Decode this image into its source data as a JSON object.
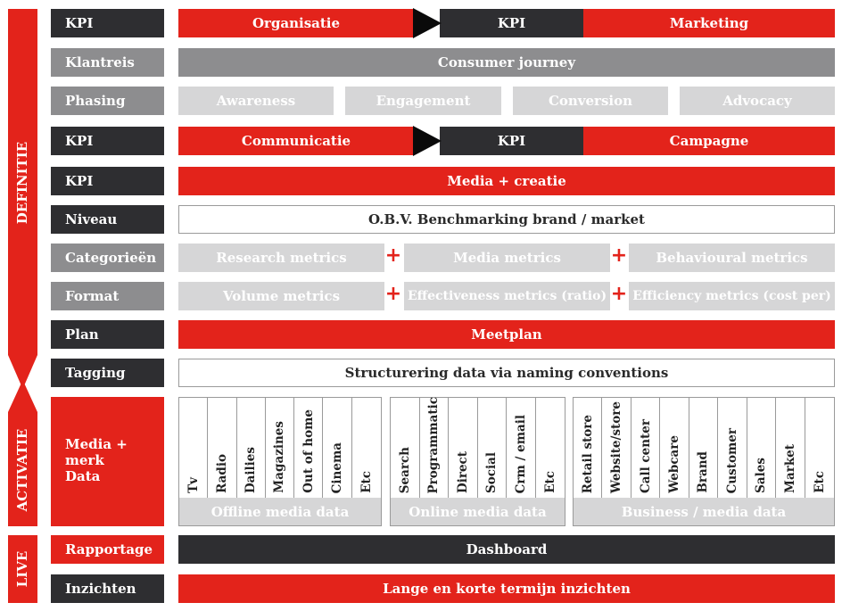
{
  "side": {
    "definitie": "DEFINITIE",
    "activatie": "ACTIVATIE",
    "live": "LIVE"
  },
  "rows": {
    "kpi1": {
      "label": "KPI",
      "cells": [
        "Organisatie",
        "KPI",
        "Marketing"
      ]
    },
    "klantreis": {
      "label": "Klantreis",
      "value": "Consumer journey"
    },
    "phasing": {
      "label": "Phasing",
      "items": [
        "Awareness",
        "Engagement",
        "Conversion",
        "Advocacy"
      ]
    },
    "kpi2": {
      "label": "KPI",
      "cells": [
        "Communicatie",
        "KPI",
        "Campagne"
      ]
    },
    "kpi3": {
      "label": "KPI",
      "value": "Media + creatie"
    },
    "niveau": {
      "label": "Niveau",
      "value": "O.B.V. Benchmarking brand / market"
    },
    "categorieen": {
      "label": "Categorieën",
      "items": [
        "Research metrics",
        "Media metrics",
        "Behavioural metrics"
      ]
    },
    "format": {
      "label": "Format",
      "items": [
        "Volume metrics",
        "Effectiveness metrics (ratio)",
        "Efficiency metrics (cost per)"
      ]
    },
    "plan": {
      "label": "Plan",
      "value": "Meetplan"
    },
    "tagging": {
      "label": "Tagging",
      "value": "Structurering data via naming conventions"
    },
    "media": {
      "label": "Media +\nmerk\nData",
      "groups": [
        {
          "footer": "Offline media data",
          "items": [
            "Tv",
            "Radio",
            "Dailies",
            "Magazines",
            "Out of home",
            "Cinema",
            "Etc"
          ]
        },
        {
          "footer": "Online media data",
          "items": [
            "Search",
            "Programmatic",
            "Direct",
            "Social",
            "Crm / email",
            "Etc"
          ]
        },
        {
          "footer": "Business / media data",
          "items": [
            "Retail store",
            "Website/store",
            "Call center",
            "Webcare",
            "Brand",
            "Customer",
            "Sales",
            "Market",
            "Etc"
          ]
        }
      ]
    },
    "rapportage": {
      "label": "Rapportage",
      "value": "Dashboard"
    },
    "inzichten": {
      "label": "Inzichten",
      "value": "Lange en korte termijn inzichten"
    }
  },
  "plus_symbol": "+",
  "colors": {
    "red": "#e3231b",
    "dark": "#2e2e31",
    "grey": "#8d8d8f",
    "light": "#d6d6d7"
  }
}
